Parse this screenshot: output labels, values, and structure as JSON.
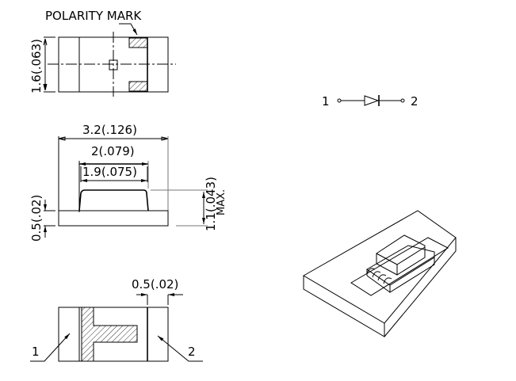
{
  "top_view": {
    "polarity_label": "POLARITY MARK",
    "height_dim": "1.6(.063)"
  },
  "side_view": {
    "length_dim": "3.2(.126)",
    "body_dim": "2(.079)",
    "top_dim": "1.9(.075)",
    "base_dim": "0.5(.02)",
    "height_dim": "1.1(.043)",
    "height_note": "MAX."
  },
  "bottom_view": {
    "pad_dim": "0.5(.02)",
    "pin1_label": "1",
    "pin2_label": "2"
  },
  "symbol": {
    "pin1": "1",
    "pin2": "2"
  }
}
